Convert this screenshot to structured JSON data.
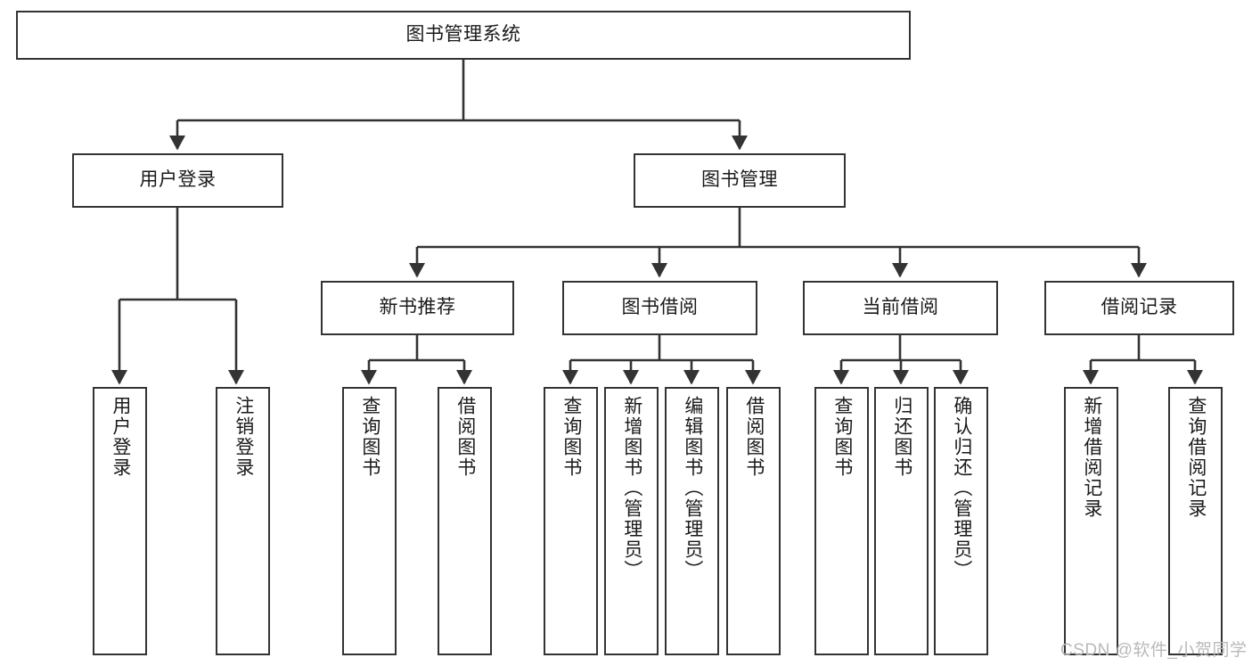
{
  "diagram": {
    "title": "图书管理系统",
    "type": "tree-hierarchy-chart",
    "colors": {
      "box_border": "#333333",
      "box_fill": "#ffffff",
      "connector": "#333333",
      "text": "#1a1a1a",
      "watermark": "#b9b9b9",
      "background": "#ffffff"
    }
  },
  "nodes": {
    "root": {
      "label": "图书管理系统"
    },
    "level1": [
      {
        "label": "用户登录"
      },
      {
        "label": "图书管理"
      }
    ],
    "level2": [
      {
        "label": "新书推荐"
      },
      {
        "label": "图书借阅"
      },
      {
        "label": "当前借阅"
      },
      {
        "label": "借阅记录"
      }
    ],
    "leaves": {
      "user_login": [
        {
          "label": "用户登录"
        },
        {
          "label": "注销登录"
        }
      ],
      "new_book_recommend": [
        {
          "label": "查询图书"
        },
        {
          "label": "借阅图书"
        }
      ],
      "book_borrow": [
        {
          "label": "查询图书"
        },
        {
          "label": "新增图书（管理员）"
        },
        {
          "label": "编辑图书（管理员）"
        },
        {
          "label": "借阅图书"
        }
      ],
      "current_borrow": [
        {
          "label": "查询图书"
        },
        {
          "label": "归还图书"
        },
        {
          "label": "确认归还（管理员）"
        }
      ],
      "borrow_record": [
        {
          "label": "新增借阅记录"
        },
        {
          "label": "查询借阅记录"
        }
      ]
    }
  },
  "watermark": {
    "text": "CSDN @软件_小贺同学"
  }
}
